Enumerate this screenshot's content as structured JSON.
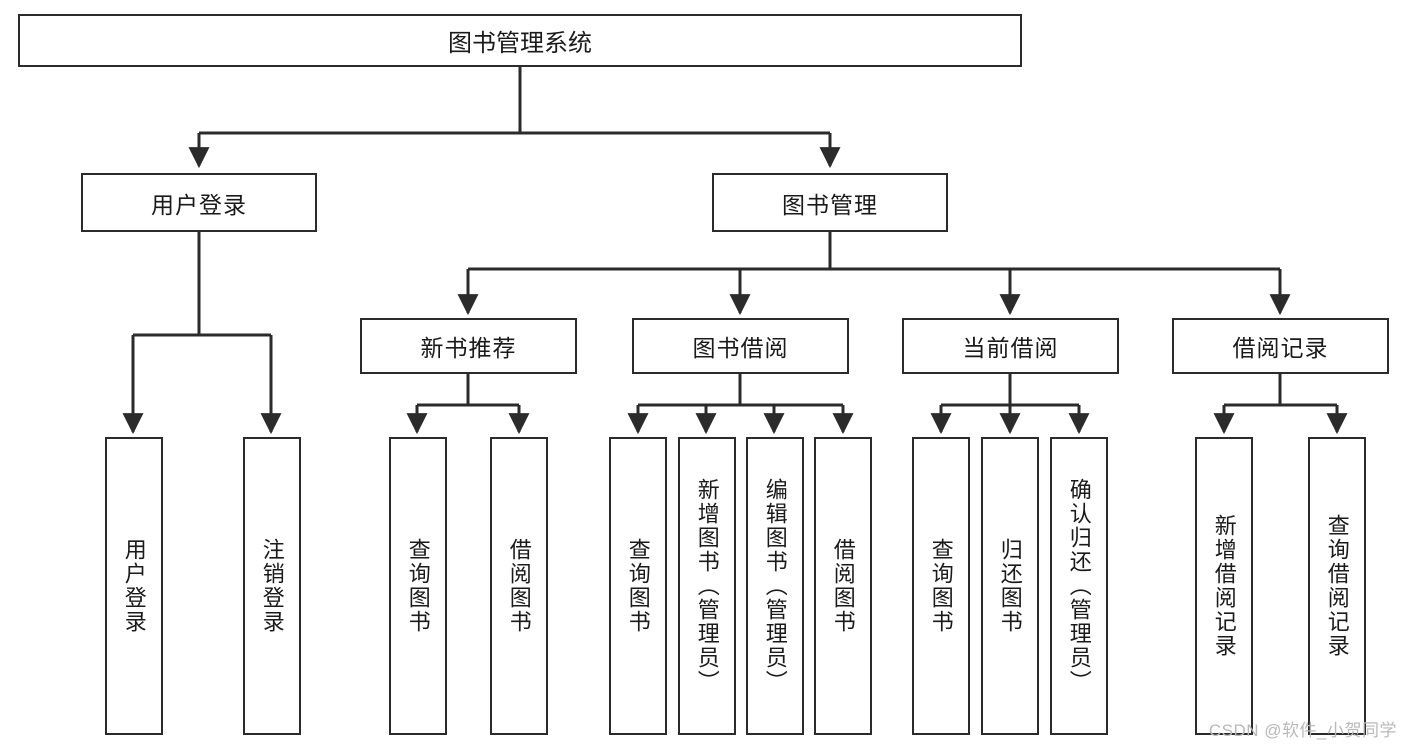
{
  "diagram": {
    "title": "图书管理系统",
    "type": "hierarchy-tree",
    "watermark": "CSDN @软件_小贺同学",
    "colors": {
      "box_border": "#2b2b2b",
      "box_fill": "#ffffff",
      "connector": "#2b2b2b",
      "text": "#1a1a1a",
      "watermark": "#b9b9b9"
    },
    "root": {
      "label": "图书管理系统"
    },
    "level2": [
      {
        "label": "用户登录"
      },
      {
        "label": "图书管理"
      }
    ],
    "level3": [
      {
        "label": "新书推荐"
      },
      {
        "label": "图书借阅"
      },
      {
        "label": "当前借阅"
      },
      {
        "label": "借阅记录"
      }
    ],
    "leaves": {
      "user_login": [
        {
          "label": "用户登录"
        },
        {
          "label": "注销登录"
        }
      ],
      "new_book_recommend": [
        {
          "label": "查询图书"
        },
        {
          "label": "借阅图书"
        }
      ],
      "book_borrow": [
        {
          "label": "查询图书"
        },
        {
          "label": "新增图书（管理员）"
        },
        {
          "label": "编辑图书（管理员）"
        },
        {
          "label": "借阅图书"
        }
      ],
      "current_borrow": [
        {
          "label": "查询图书"
        },
        {
          "label": "归还图书"
        },
        {
          "label": "确认归还（管理员）"
        }
      ],
      "borrow_record": [
        {
          "label": "新增借阅记录"
        },
        {
          "label": "查询借阅记录"
        }
      ]
    }
  }
}
